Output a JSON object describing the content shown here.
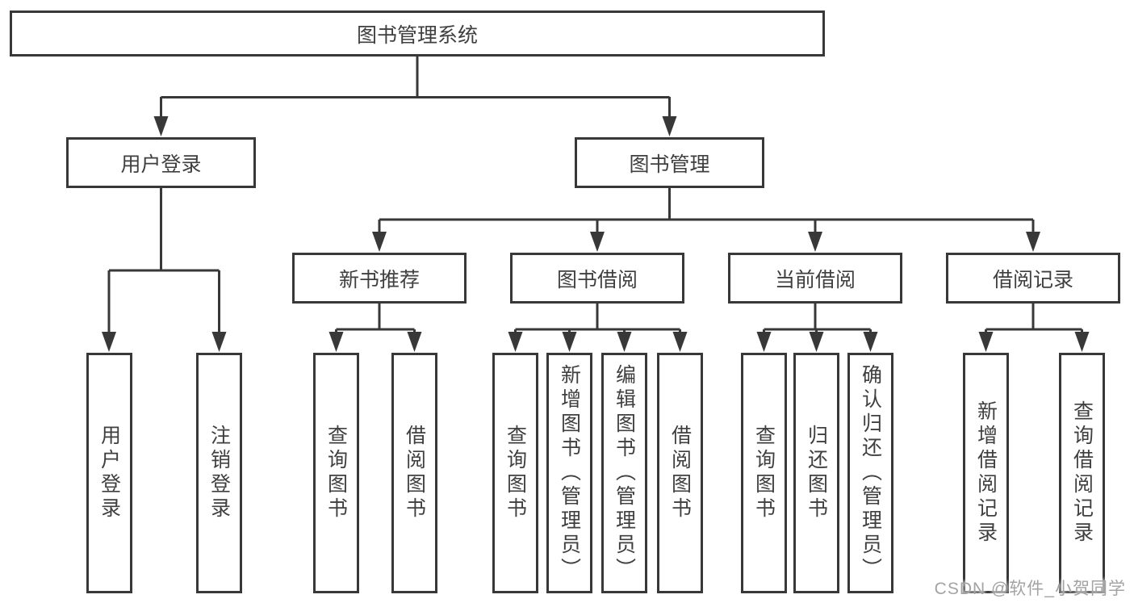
{
  "diagram": {
    "tree": {
      "label": "图书管理系统",
      "children": [
        {
          "label": "用户登录",
          "children": [
            {
              "label": "用户登录"
            },
            {
              "label": "注销登录"
            }
          ]
        },
        {
          "label": "图书管理",
          "children": [
            {
              "label": "新书推荐",
              "children": [
                {
                  "label": "查询图书"
                },
                {
                  "label": "借阅图书"
                }
              ]
            },
            {
              "label": "图书借阅",
              "children": [
                {
                  "label": "查询图书"
                },
                {
                  "label": "新增图书（管理员）"
                },
                {
                  "label": "编辑图书（管理员）"
                },
                {
                  "label": "借阅图书"
                }
              ]
            },
            {
              "label": "当前借阅",
              "children": [
                {
                  "label": "查询图书"
                },
                {
                  "label": "归还图书"
                },
                {
                  "label": "确认归还（管理员）"
                }
              ]
            },
            {
              "label": "借阅记录",
              "children": [
                {
                  "label": "新增借阅记录"
                },
                {
                  "label": "查询借阅记录"
                }
              ]
            }
          ]
        }
      ]
    }
  },
  "watermark": {
    "text": "CSDN @软件_小贺同学"
  },
  "colors": {
    "line": "#383838",
    "text": "#3f3f3f",
    "background": "#ffffff",
    "watermark": "#a3a3a3"
  }
}
